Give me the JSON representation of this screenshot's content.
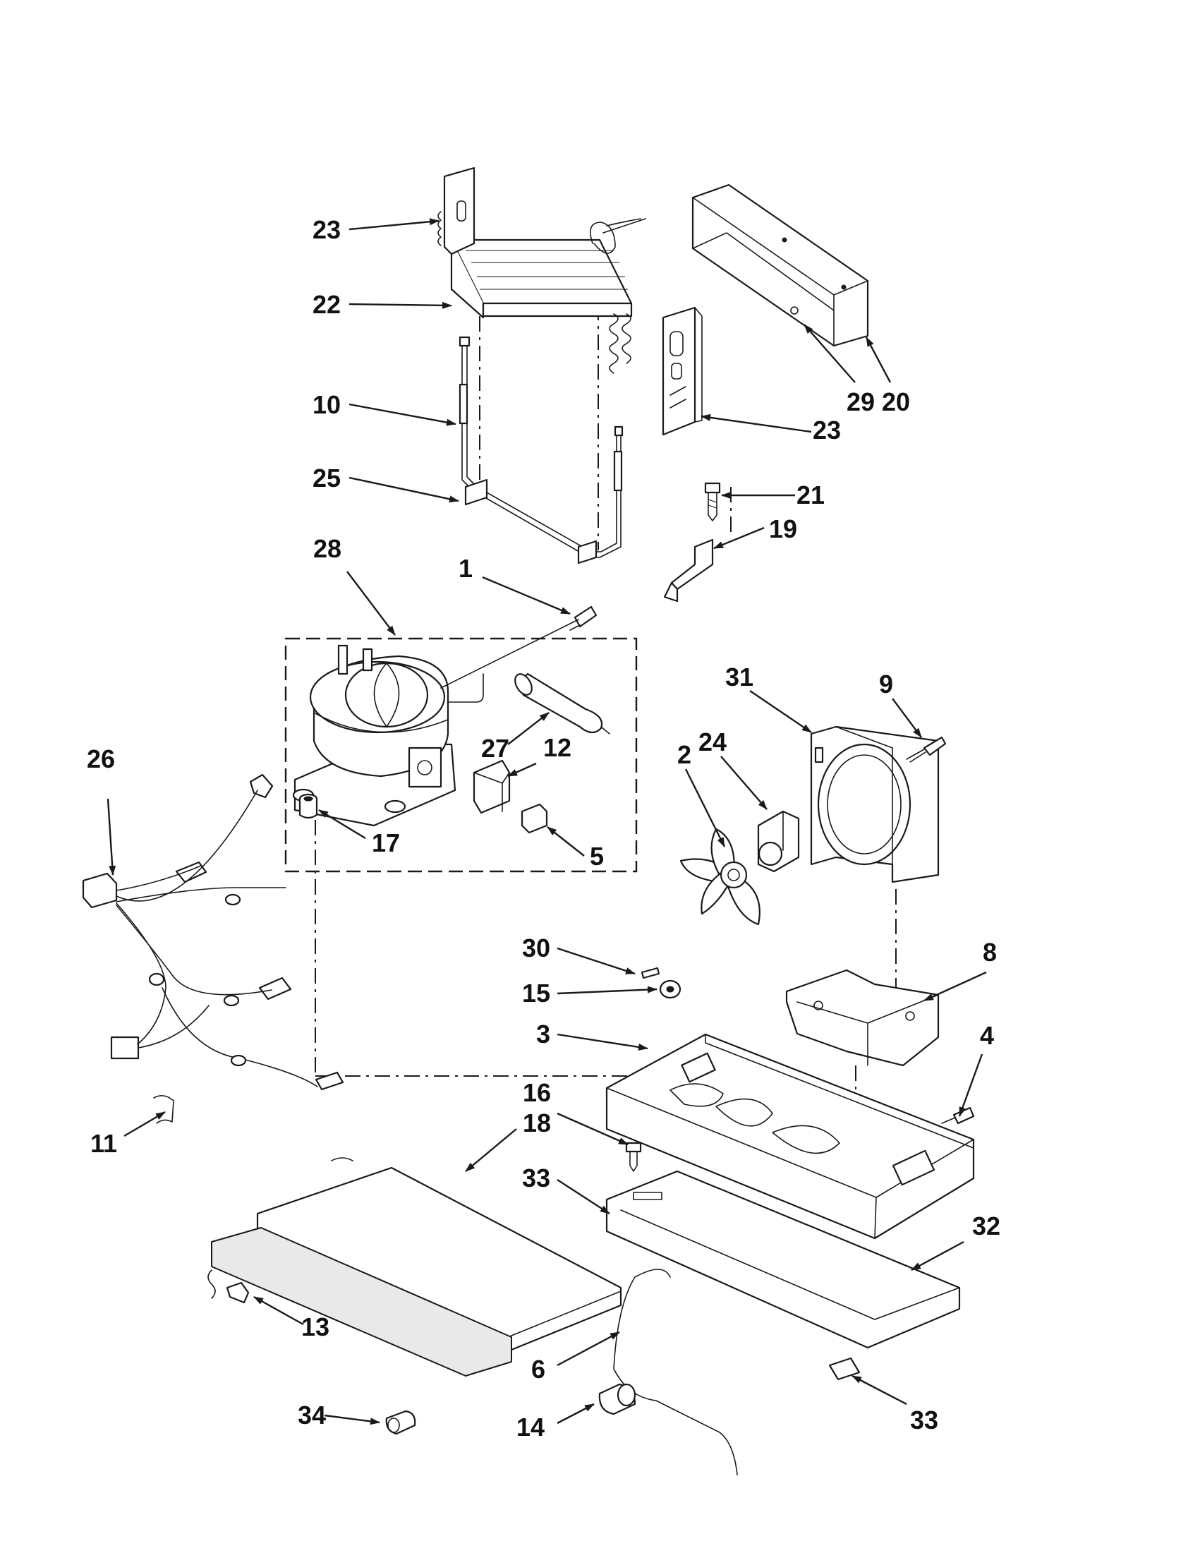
{
  "diagram": {
    "type": "exploded-parts-view",
    "callouts": [
      {
        "id": "c-23a",
        "label": "23"
      },
      {
        "id": "c-22",
        "label": "22"
      },
      {
        "id": "c-10",
        "label": "10"
      },
      {
        "id": "c-25",
        "label": "25"
      },
      {
        "id": "c-28",
        "label": "28"
      },
      {
        "id": "c-1",
        "label": "1"
      },
      {
        "id": "c-27",
        "label": "27"
      },
      {
        "id": "c-12",
        "label": "12"
      },
      {
        "id": "c-17",
        "label": "17"
      },
      {
        "id": "c-5",
        "label": "5"
      },
      {
        "id": "c-26",
        "label": "26"
      },
      {
        "id": "c-20",
        "label": "20"
      },
      {
        "id": "c-29",
        "label": "29"
      },
      {
        "id": "c-23b",
        "label": "23"
      },
      {
        "id": "c-21",
        "label": "21"
      },
      {
        "id": "c-19",
        "label": "19"
      },
      {
        "id": "c-31",
        "label": "31"
      },
      {
        "id": "c-9",
        "label": "9"
      },
      {
        "id": "c-24",
        "label": "24"
      },
      {
        "id": "c-2",
        "label": "2"
      },
      {
        "id": "c-8",
        "label": "8"
      },
      {
        "id": "c-30",
        "label": "30"
      },
      {
        "id": "c-15",
        "label": "15"
      },
      {
        "id": "c-3",
        "label": "3"
      },
      {
        "id": "c-4",
        "label": "4"
      },
      {
        "id": "c-16",
        "label": "16"
      },
      {
        "id": "c-18",
        "label": "18"
      },
      {
        "id": "c-11",
        "label": "11"
      },
      {
        "id": "c-33a",
        "label": "33"
      },
      {
        "id": "c-32",
        "label": "32"
      },
      {
        "id": "c-13",
        "label": "13"
      },
      {
        "id": "c-6",
        "label": "6"
      },
      {
        "id": "c-34",
        "label": "34"
      },
      {
        "id": "c-14",
        "label": "14"
      },
      {
        "id": "c-33b",
        "label": "33"
      }
    ]
  }
}
